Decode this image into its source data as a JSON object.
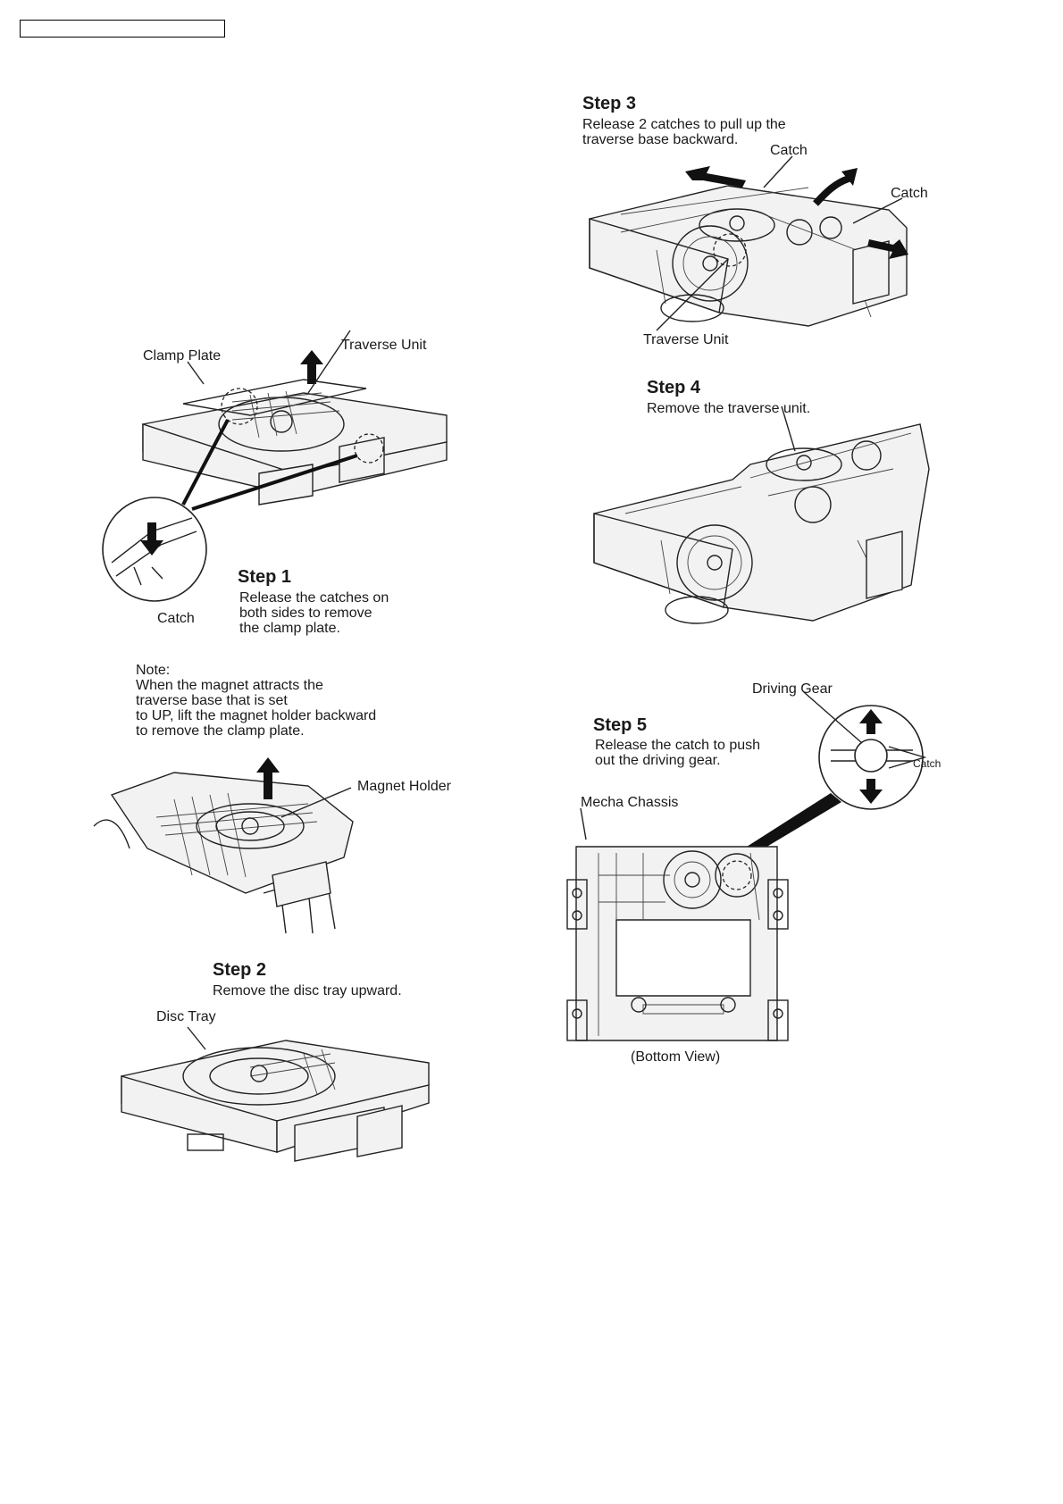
{
  "header": {
    "label": ""
  },
  "step1": {
    "title": "Step 1",
    "lines": [
      "Release the catches on",
      "both sides to remove",
      "the clamp plate."
    ],
    "labels": {
      "clamp_plate": "Clamp Plate",
      "traverse_unit": "Traverse Unit",
      "catch": "Catch"
    }
  },
  "note": {
    "title": "Note:",
    "lines": [
      "When the magnet attracts the",
      "traverse base  that is set",
      "to UP, lift the magnet holder backward",
      "to remove the clamp plate."
    ],
    "labels": {
      "magnet_holder": "Magnet Holder"
    }
  },
  "step2": {
    "title": "Step 2",
    "lines": [
      "Remove the disc tray upward."
    ],
    "labels": {
      "disc_tray": "Disc Tray"
    }
  },
  "step3": {
    "title": "Step 3",
    "lines": [
      "Release 2 catches to pull up the",
      "traverse base backward."
    ],
    "labels": {
      "catch_top": "Catch",
      "catch_right": "Catch",
      "traverse_unit": "Traverse Unit"
    }
  },
  "step4": {
    "title": "Step 4",
    "lines": [
      "Remove the traverse unit."
    ]
  },
  "step5": {
    "title": "Step 5",
    "lines": [
      "Release the catch to push",
      "out the driving gear."
    ],
    "labels": {
      "driving_gear": "Driving Gear",
      "catch": "Catch",
      "mecha_chassis": "Mecha Chassis",
      "bottom_view": "(Bottom View)"
    }
  }
}
